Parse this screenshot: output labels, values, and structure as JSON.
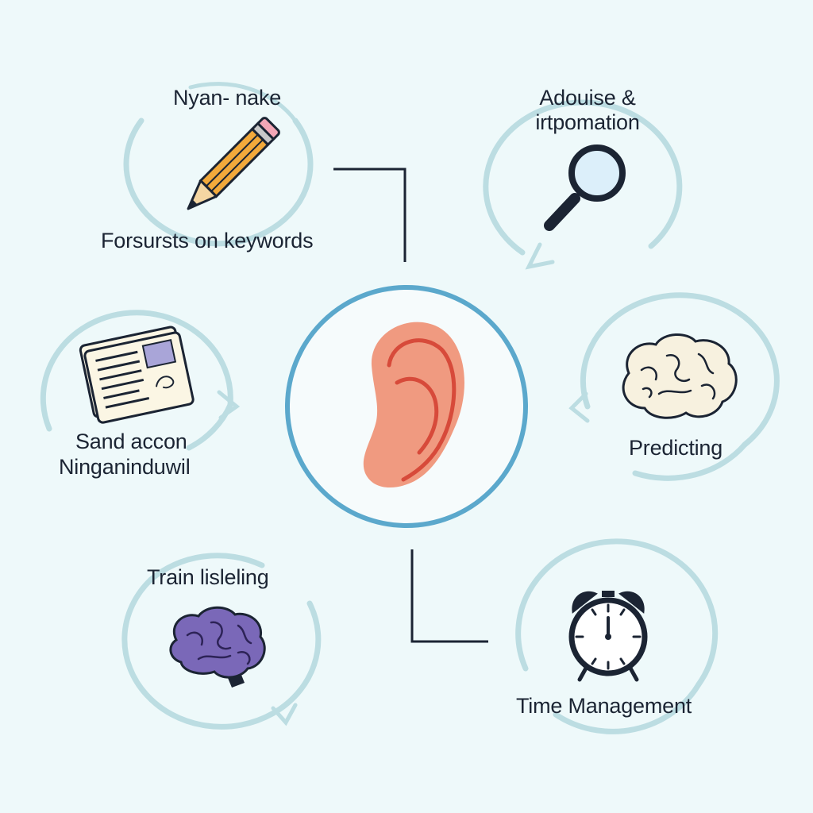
{
  "nodes": [
    {
      "id": "note",
      "lines": [
        "Nyan- nake",
        "Forsursts on keywords"
      ],
      "icon": "pencil-icon"
    },
    {
      "id": "info",
      "lines": [
        "Adouise &",
        "irtpomation"
      ],
      "icon": "magnifier-icon"
    },
    {
      "id": "reading",
      "lines": [
        "Sand accon",
        "Ninganinduwil"
      ],
      "icon": "document-icon"
    },
    {
      "id": "predicting",
      "lines": [
        "Predicting"
      ],
      "icon": "brain-icon"
    },
    {
      "id": "train",
      "lines": [
        "Train lisleling"
      ],
      "icon": "purple-brain-icon"
    },
    {
      "id": "time",
      "lines": [
        "Time Management"
      ],
      "icon": "alarm-clock-icon"
    }
  ],
  "center": {
    "icon": "ear-icon"
  },
  "colors": {
    "background": "#eef9fa",
    "ring": "#bcdde2",
    "center_ring": "#5ba8cc",
    "connector": "#1b2433",
    "ear": "#f09a80",
    "ear_line": "#d74a3a",
    "pencil": "#f2a93b",
    "magnifier_lens": "#dceffa",
    "paper": "#fbf6e4",
    "brain": "#f7f1df",
    "purple_brain": "#7a68b8",
    "clock": "#ffffff"
  }
}
